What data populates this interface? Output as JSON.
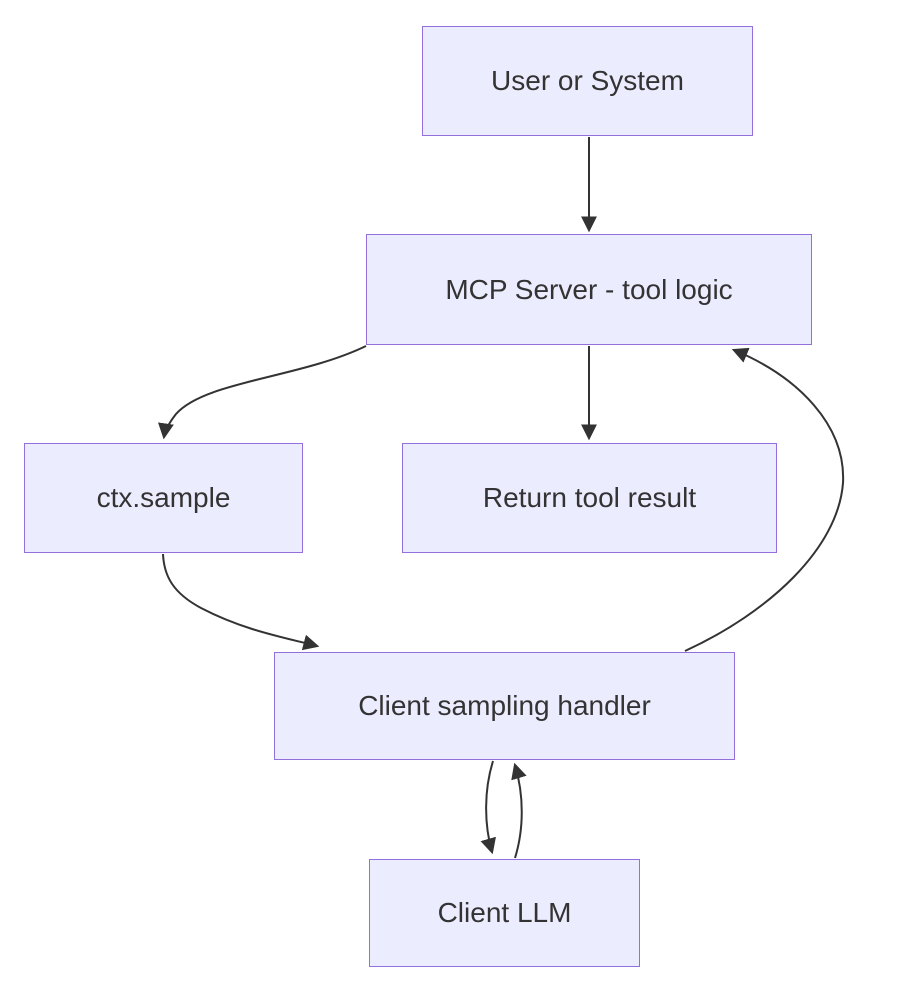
{
  "diagram": {
    "type": "flowchart",
    "direction": "top-down",
    "nodes": {
      "user": {
        "label": "User or System"
      },
      "server": {
        "label": "MCP Server - tool logic"
      },
      "ctx": {
        "label": "ctx.sample"
      },
      "result": {
        "label": "Return tool result"
      },
      "handler": {
        "label": "Client sampling handler"
      },
      "llm": {
        "label": "Client LLM"
      }
    },
    "edges": [
      {
        "from": "user",
        "to": "server",
        "style": "straight-arrow"
      },
      {
        "from": "server",
        "to": "ctx",
        "style": "curved-arrow"
      },
      {
        "from": "server",
        "to": "result",
        "style": "straight-arrow"
      },
      {
        "from": "ctx",
        "to": "handler",
        "style": "curved-arrow"
      },
      {
        "from": "handler",
        "to": "server",
        "style": "curved-arrow"
      },
      {
        "from": "handler",
        "to": "llm",
        "style": "curved-arrow"
      },
      {
        "from": "llm",
        "to": "handler",
        "style": "curved-arrow"
      }
    ],
    "colors": {
      "node_fill": "#ECECFF",
      "node_border": "#9370DB",
      "edge_stroke": "#333333",
      "text": "#333333",
      "background": "#FFFFFF"
    }
  }
}
